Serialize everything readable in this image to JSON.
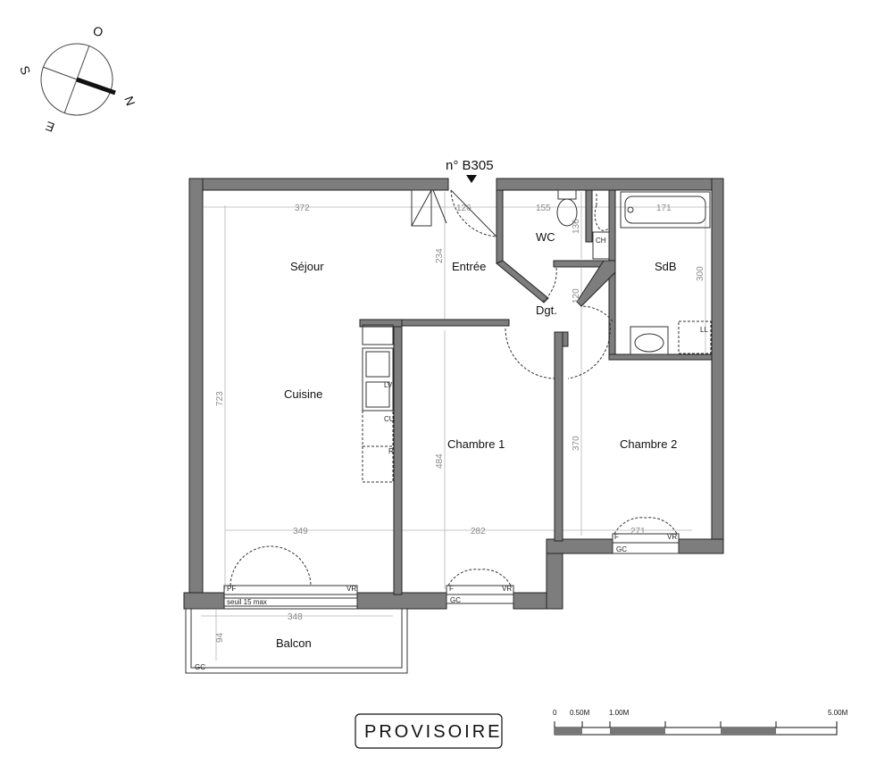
{
  "compass": {
    "o": "O",
    "s": "S",
    "n": "N",
    "e": "E"
  },
  "reference": "n° B305",
  "rooms": {
    "sejour": "Séjour",
    "entree": "Entrée",
    "wc": "WC",
    "sdb": "SdB",
    "dgt": "Dgt.",
    "cuisine": "Cuisine",
    "chambre1": "Chambre 1",
    "chambre2": "Chambre 2",
    "balcon": "Balcon"
  },
  "dimensions": {
    "top_sejour": "372",
    "top_entree": "126",
    "top_wc": "155",
    "top_sdb": "171",
    "entree_v": "234",
    "wc_v": "136",
    "dgt_v": "120",
    "sdb_v": "300",
    "sejour_v": "723",
    "chambre1_v": "484",
    "chambre2_v": "370",
    "bottom_sejour": "349",
    "bottom_chambre1": "282",
    "bottom_chambre2": "271",
    "balcon_w": "348",
    "balcon_h": "94"
  },
  "equipment": {
    "ch": "CH",
    "ll": "LL",
    "lv": "LV",
    "cu": "CU",
    "r": "R",
    "pf": "PF",
    "vr": "VR",
    "gc": "GC",
    "f": "F",
    "seuil": "seuil 15 max"
  },
  "stamp": "PROVISOIRE",
  "scale_bar": {
    "labels": [
      "0",
      "0.50M",
      "1.00M",
      "5.00M"
    ]
  }
}
